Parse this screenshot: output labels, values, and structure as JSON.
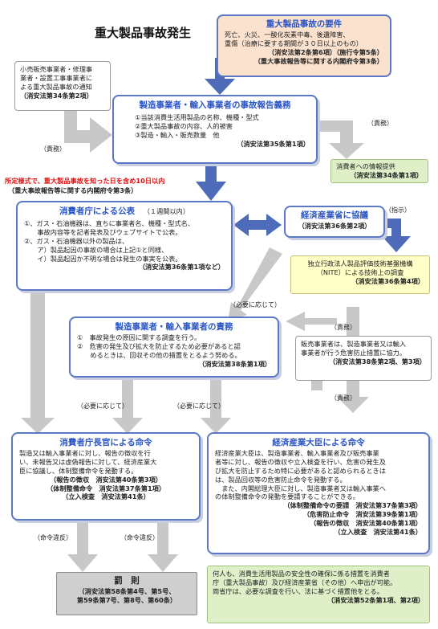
{
  "title": "重大製品事故発生",
  "requirements": {
    "title": "重大製品事故の要件",
    "lines": [
      "死亡、火災、一酸化炭素中毒、後遺障害、",
      "重傷（治療に要する期間が３０日以上のもの）"
    ],
    "cite1": "（消安法第2条第6項）（施行令第5条）",
    "cite2": "（重大事故報告等に関する内閣府令第3条）"
  },
  "retailer_notice": {
    "lines": [
      "小売販売事業者・修理事",
      "業者・設置工事事業者に",
      "よる重大製品事故の通知"
    ],
    "cite": "（消安法第34条第2項）"
  },
  "report_duty": {
    "title": "製造事業者・輸入事業者の事故報告義務",
    "items": [
      "①当該消費生活用製品の名称、機種・型式",
      "②重大製品事故の内容、人的被害",
      "③製造・輸入・販売数量　他"
    ],
    "cite": "（消安法第35条第1項）"
  },
  "consumer_info": {
    "text": "消費者への情報提供",
    "cite": "（消安法第34条第1項）"
  },
  "notice": {
    "red": "所定様式で、重大製品事故を知った日を含め10日以内",
    "cite": "（重大事故報告等に関する内閣府令第3条）"
  },
  "announce": {
    "title": "消費者庁による公表",
    "note": "（１週間以内）",
    "items": [
      "①、ガス・石油機器は、直ちに事業者名、機種・型式名、",
      "　　事故内容等を記者発表及びウェブサイトで公表。",
      "②、ガス・石油機器以外の製品は、",
      "　　ア）製品起因の事故の場合は上記①と同様、",
      "　　イ）製品起因か不明な場合は発生の事実を公表。"
    ],
    "cite": "（消安法第36条第1項など）"
  },
  "meti_consult": {
    "title": "経済産業省に協議",
    "cite": "（消安法第36条第2項）"
  },
  "nite": {
    "lines": [
      "独立行政法人製品評価技術基盤機構",
      "（NITE）による技術上の調査"
    ],
    "cite": "（消安法第36条第4項）"
  },
  "maker_duty": {
    "title": "製造事業者・輸入事業者の責務",
    "items": [
      "①　事故発生の原因に関する調査を行う。",
      "②　危害の発生及び拡大を防止するため必要があると認",
      "　　めるときは、回収その他の措置をとるよう努める。"
    ],
    "cite": "（消安法第38条第1項）"
  },
  "seller_duty": {
    "lines": [
      "販売事業者は、製造事業者又は輸入",
      "事業者が行う危害防止措置に協力。"
    ],
    "cite": "（消安法第38条第2項、第3項）"
  },
  "caa_order": {
    "title": "消費者庁長官による命令",
    "lines": [
      "製造又は輸入事業者に対し、報告の徴収を行",
      "い、未報告又は虚偽報告に対して、経済産業大",
      "臣に協議し、体制整備命令を発動する。"
    ],
    "cites": [
      "（報告の徴収　消安法第40条第3項）",
      "（体制整備命令　消安法第37条第1項）",
      "（立入検査　消安法第41条）"
    ]
  },
  "meti_order": {
    "title": "経済産業大臣による命令",
    "lines": [
      "経済産業大臣は、製造事業者、輸入事業者及び販売事業",
      "者等に対し、報告の徴収や立入検査を行い、危害の発生及",
      "び拡大を防止するため特に必要があると認められるときは",
      "は、製品回収等の危害防止命令を発動する。",
      "　また、内閣総理大臣に対し、製造事業者又は輸入事業へ",
      "の体制整備命令の発動を要請することができる。"
    ],
    "cites": [
      "（体制整備命令の要請　消安法第37条第3項）",
      "（危害防止命令　消安法第39条第1項）",
      "（報告の徴収　消安法第40条第1項）",
      "（立入検査　消安法第41条）"
    ]
  },
  "penalty": {
    "title": "罰　則",
    "lines": [
      "（消安法第58条第4号、第5号、",
      "第59条第7号、第8号、第60条）"
    ]
  },
  "anyone": {
    "lines": [
      "何人も、消費生活用製品の安全性の確保に係る措置を消費者",
      "庁（重大製品事故）及び経済産業省（その他）へ申出が可能。",
      "両省庁は、必要な調査を行い、法に基づく措置他をとる。"
    ],
    "cite": "（消安法第52条第1項、第2項）"
  },
  "labels": {
    "duty1": "（責務）",
    "duty2": "（責務）",
    "duty3": "（責務）",
    "duty4": "（責務）",
    "instruct": "（指示）",
    "if_needed1": "（必要に応じて）",
    "if_needed2": "（必要に応じて）",
    "if_needed3": "（必要に応じて）",
    "violation1": "（命令違反）",
    "violation2": "（命令違反）"
  },
  "colors": {
    "title_blue": "#2a55c6",
    "border_blue": "#5b78c4",
    "arrow_gray": "#c8c8c8",
    "arrow_blue": "#4d6bb8",
    "peach": "#fbe2cf",
    "yellow": "#ffffc8",
    "green": "#dff0c8",
    "red": "#e01010"
  }
}
